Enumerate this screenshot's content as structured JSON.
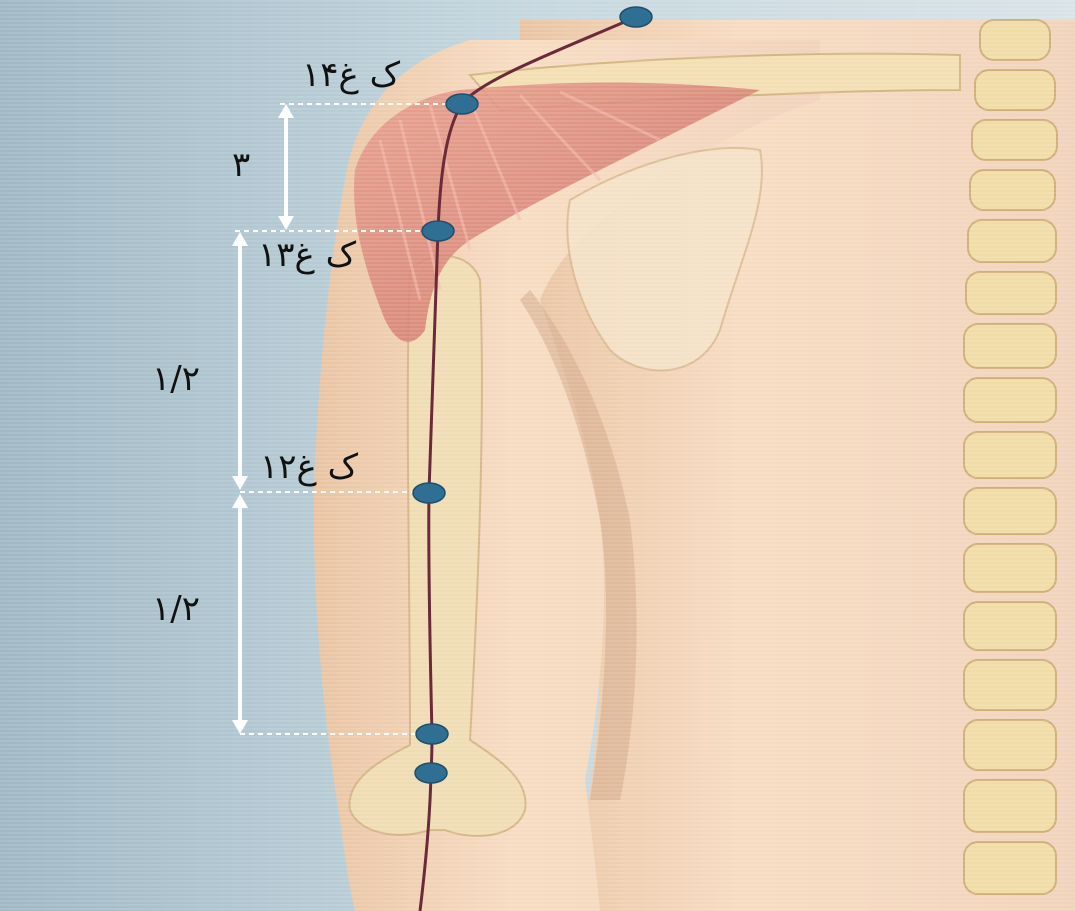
{
  "points": [
    {
      "id": "point-14",
      "label": "ک غ۱۴"
    },
    {
      "id": "point-13",
      "label": "ک غ۱۳"
    },
    {
      "id": "point-12",
      "label": "ک غ۱۲"
    }
  ],
  "measurements": [
    {
      "id": "segment-1",
      "value": "۳"
    },
    {
      "id": "segment-2",
      "value": "۱/۲"
    },
    {
      "id": "segment-3",
      "value": "۱/۲"
    }
  ],
  "colors": {
    "background": "#c4d6df",
    "skin": "#f2d3b4",
    "muscle": "#d98074",
    "bone": "#f0ddb0",
    "meridian_line": "#6b2a3a",
    "acupoint": "#2f6f93",
    "guide_line": "#ffffff"
  }
}
